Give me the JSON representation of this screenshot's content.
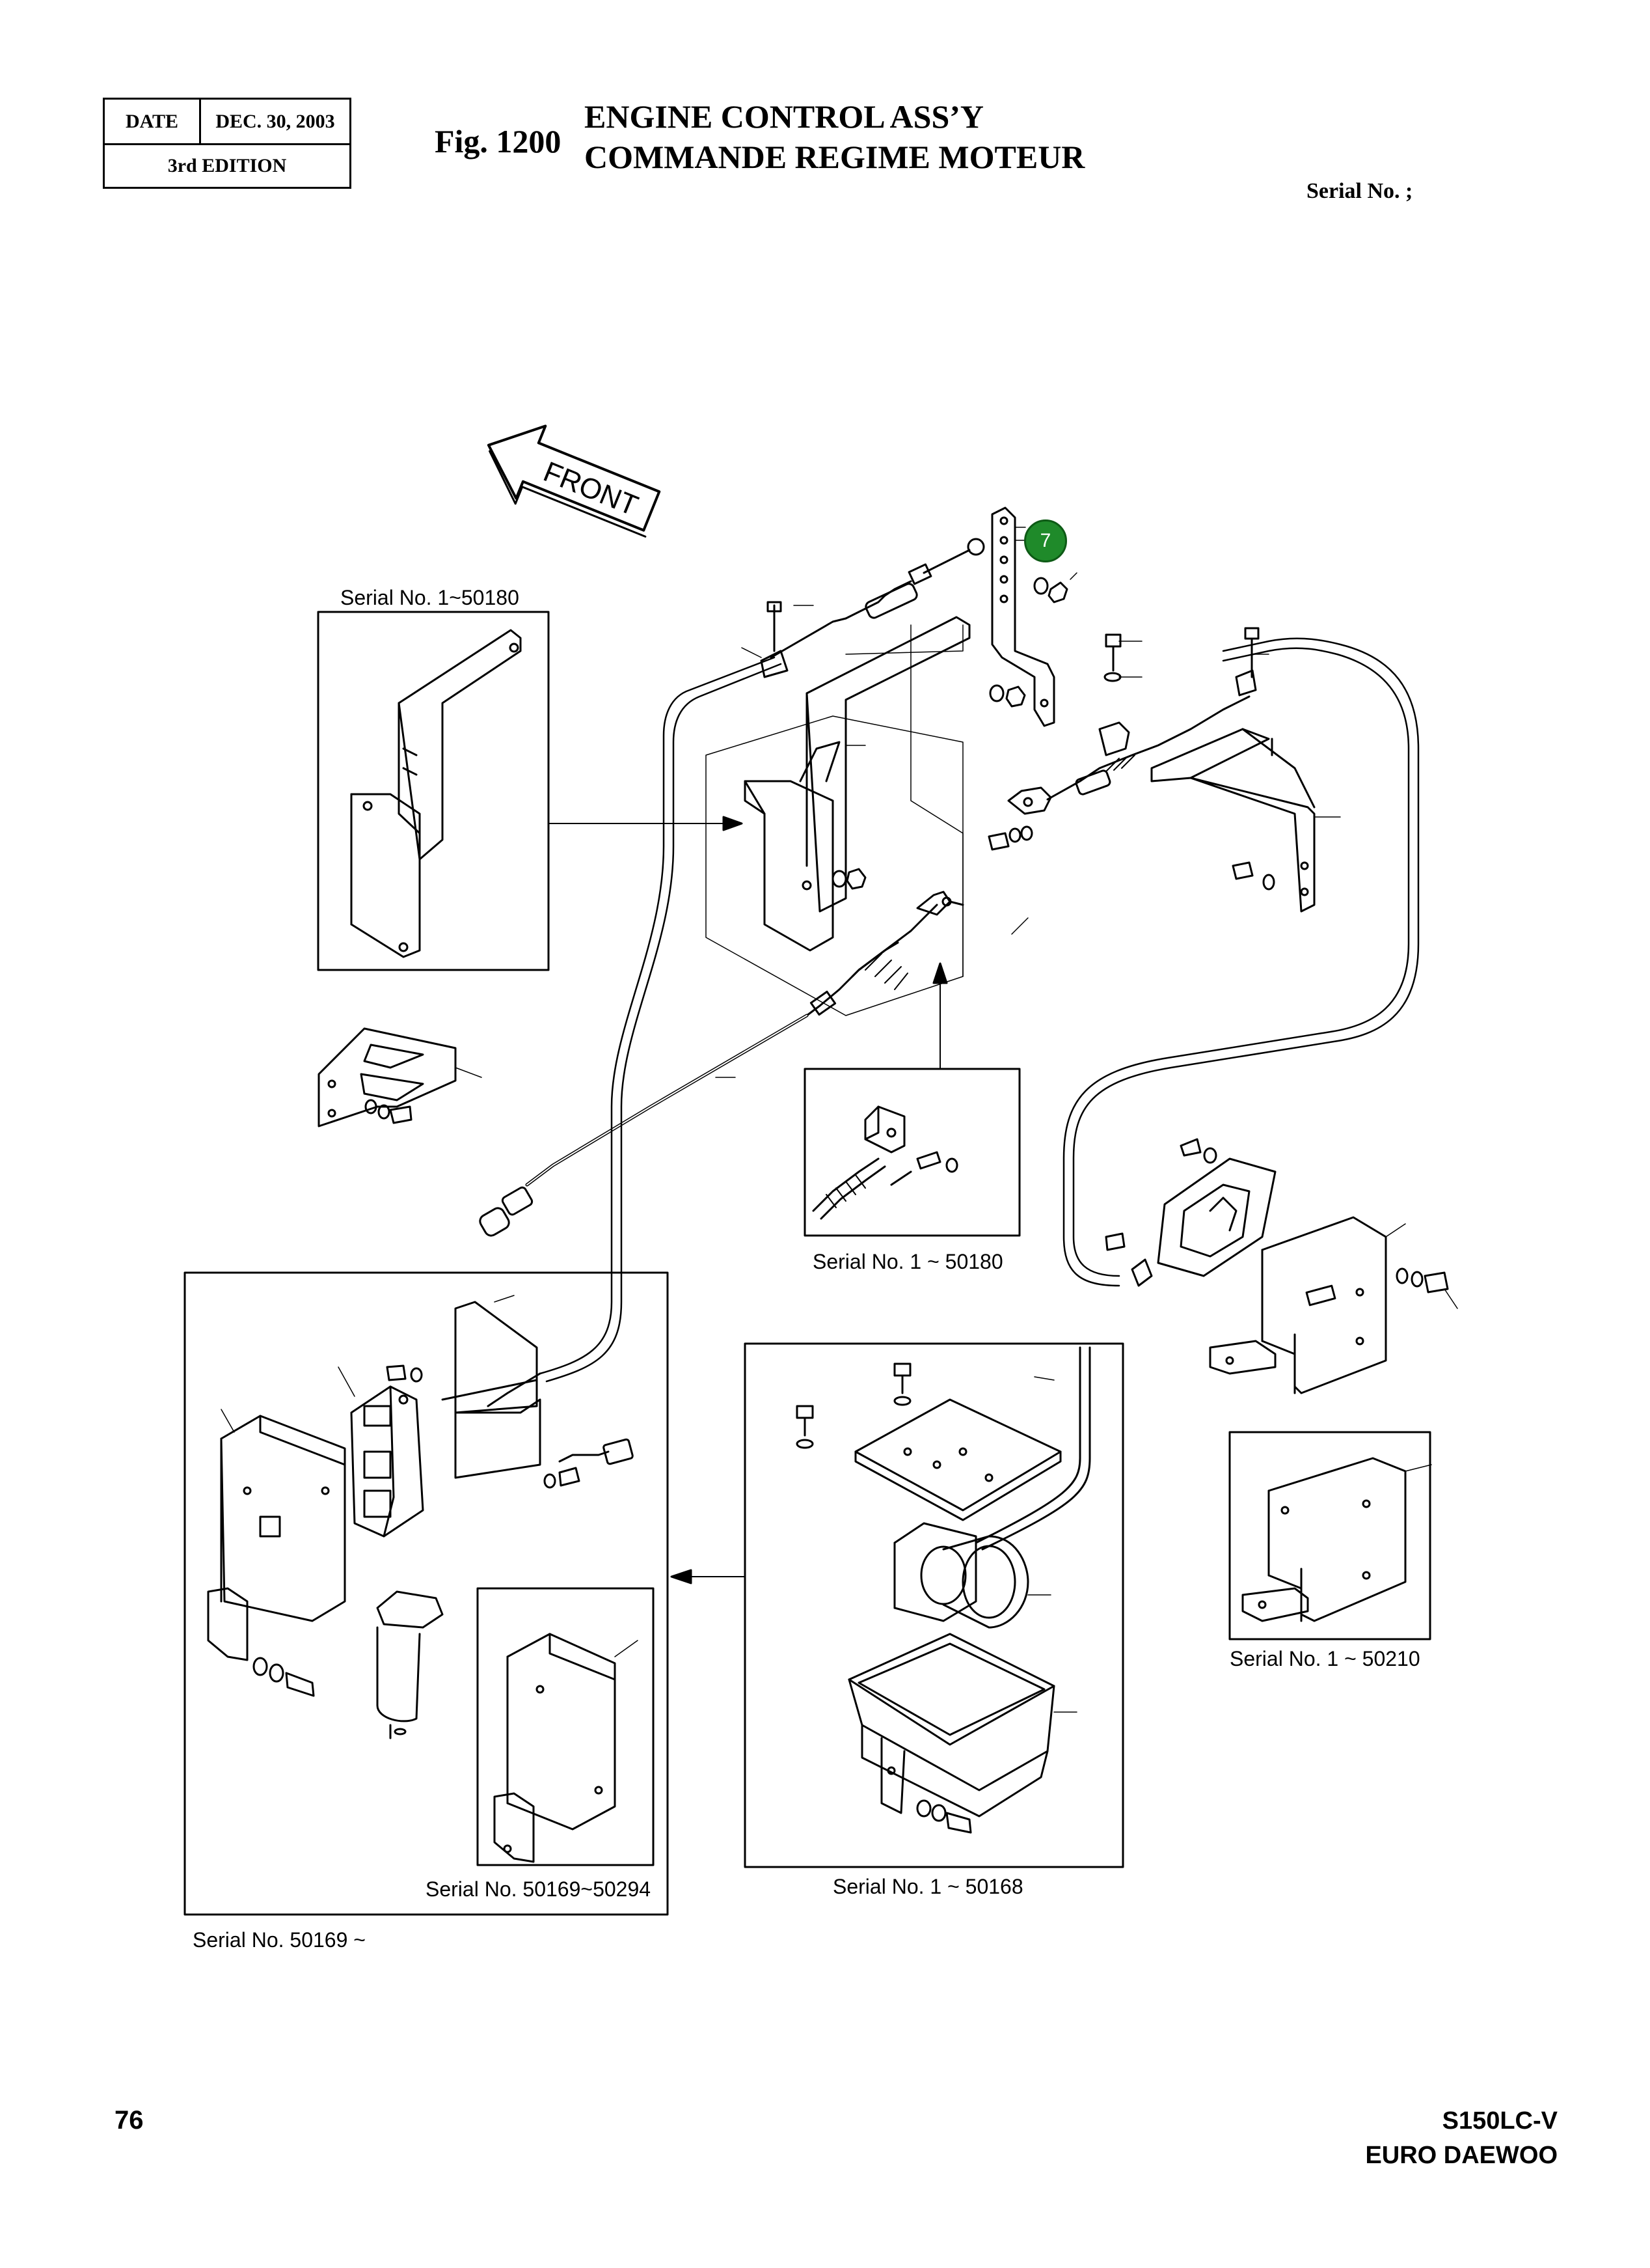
{
  "header": {
    "date_label": "DATE",
    "date_value": "DEC. 30, 2003",
    "edition": "3rd  EDITION",
    "fig_no": "Fig. 1200",
    "title_en": "ENGINE CONTROL ASS’Y",
    "title_fr": "COMMANDE REGIME MOTEUR",
    "serial_heading": "Serial No. ;"
  },
  "drawing": {
    "front_label": "FRONT",
    "callout_number": "7",
    "callout_color": "#1f8a2a",
    "serial_labels": [
      "Serial No. 1~50180",
      "Serial No. 1 ~ 50180",
      "Serial No. 1 ~ 50210",
      "Serial No. 1 ~ 50168",
      "Serial No. 50169~50294",
      "Serial No. 50169 ~"
    ]
  },
  "footer": {
    "page_number": "76",
    "model": "S150LC-V",
    "brand": "EURO DAEWOO"
  }
}
